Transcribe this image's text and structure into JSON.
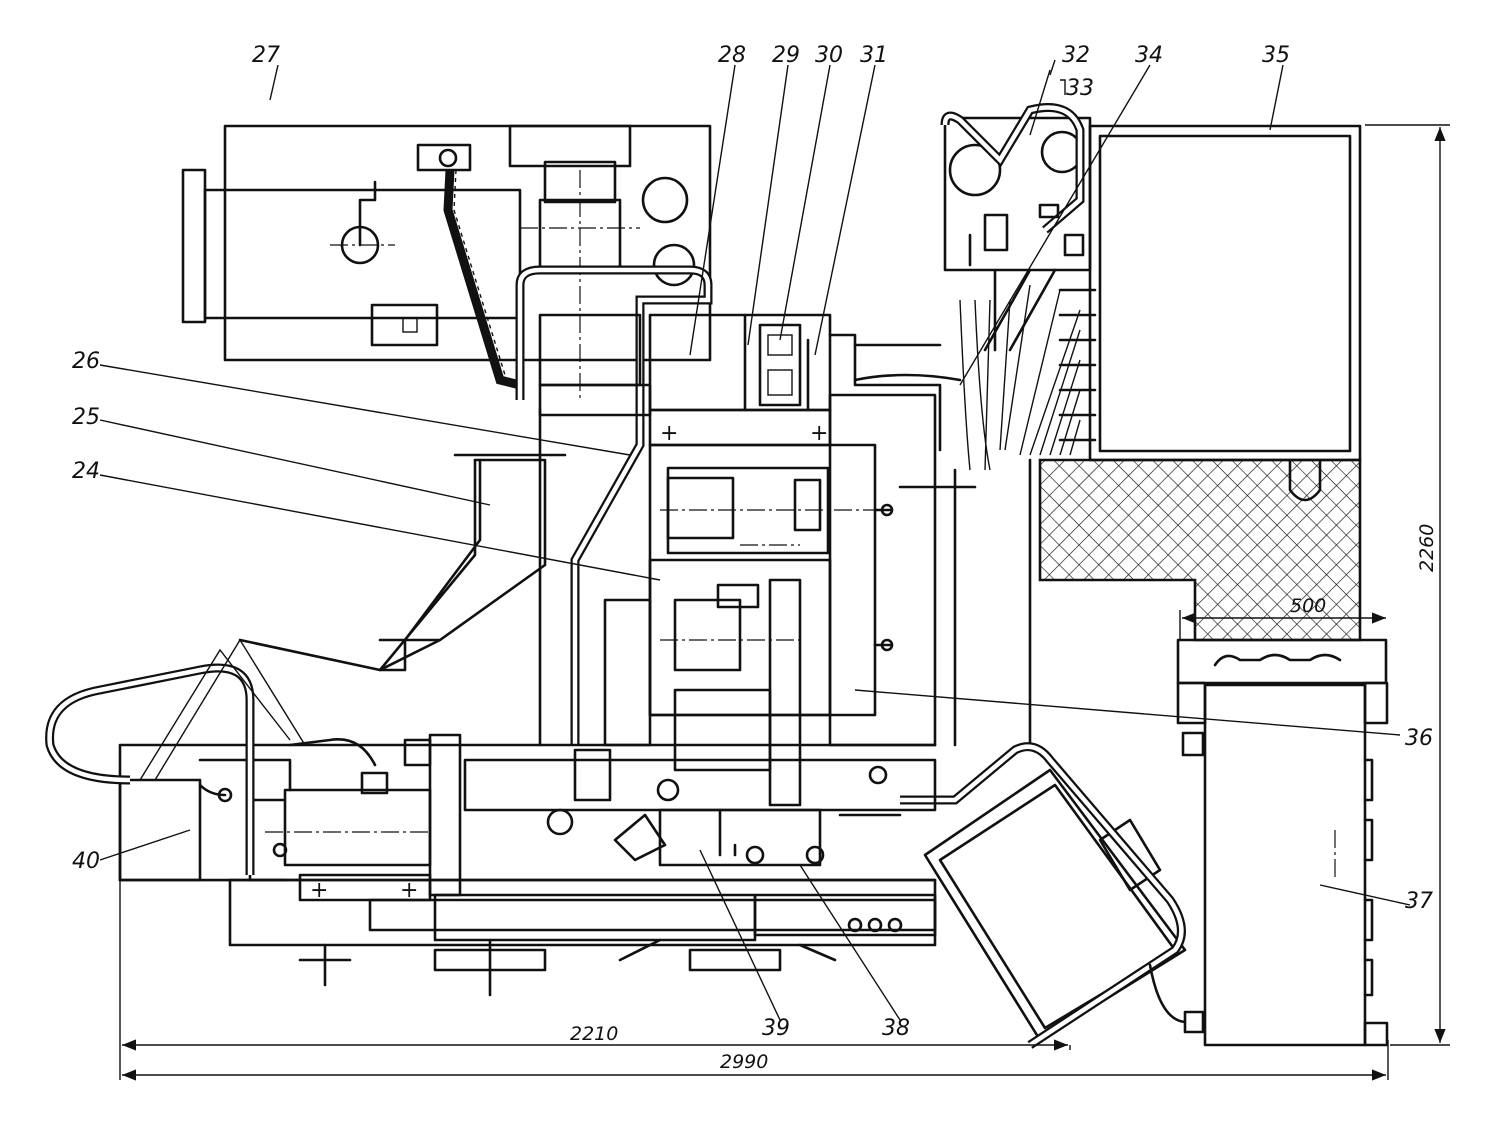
{
  "drawing": {
    "callouts": {
      "c24": "24",
      "c25": "25",
      "c26": "26",
      "c27": "27",
      "c28": "28",
      "c29": "29",
      "c30": "30",
      "c31": "31",
      "c32": "32",
      "c33": "33",
      "c34": "34",
      "c35": "35",
      "c36": "36",
      "c37": "37",
      "c38": "38",
      "c39": "39",
      "c40": "40"
    },
    "dimensions": {
      "height": "2260",
      "width_inner": "500",
      "length_base": "2210",
      "length_total": "2990"
    }
  }
}
